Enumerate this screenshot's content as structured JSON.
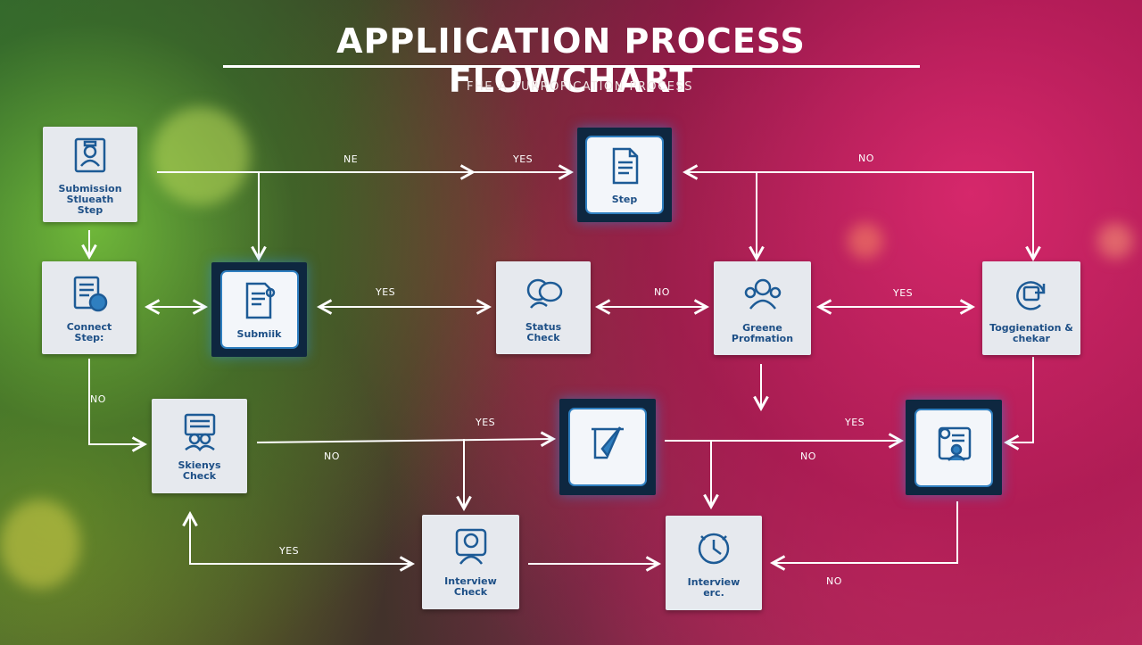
{
  "header": {
    "title": "APPLIICATION   PROCESS FLOWCHART",
    "subtitle": "FHE A TURROFICATION PROCESS"
  },
  "colors": {
    "accent": "#2f7fc0",
    "icon_stroke": "#1d5b96",
    "node_fill": "#e6e9ee",
    "highlight_fill": "#0e2740"
  },
  "nodes": {
    "submission": {
      "line1": "Submission",
      "line2": "Stlueath",
      "line3": "Step",
      "icon": "applicant-id-icon"
    },
    "step_top": {
      "line1": "Step",
      "icon": "document-icon"
    },
    "connect": {
      "line1": "Connect",
      "line2": "Step:",
      "icon": "clipboard-icon"
    },
    "submit": {
      "line1": "Submiik",
      "icon": "form-icon"
    },
    "status": {
      "line1": "Status",
      "line2": "Check",
      "icon": "chat-icon"
    },
    "greene": {
      "line1": "Greene",
      "line2": "Profmation",
      "icon": "users-icon"
    },
    "toggle": {
      "line1": "Toggienation &",
      "line2": "chekar",
      "icon": "refresh-check-icon"
    },
    "skills": {
      "line1": "Skienys",
      "line2": "Check",
      "icon": "team-card-icon"
    },
    "approve": {
      "line1": "",
      "icon": "approve-icon"
    },
    "profile": {
      "line1": "",
      "icon": "profile-card-icon"
    },
    "interview_check": {
      "line1": "Interview",
      "line2": "Check",
      "icon": "interviewer-icon"
    },
    "interview_etc": {
      "line1": "Interview",
      "line2": "erc.",
      "icon": "clock-icon"
    }
  },
  "edge_labels": {
    "ne_top": "NE",
    "yes_top": "YES",
    "no_top_right": "NO",
    "yes_submit_status": "YES",
    "no_status_greene": "NO",
    "yes_greene_toggle": "YES",
    "no_left": "NO",
    "no_skills": "NO",
    "yes_mid": "YES",
    "no_mid_right": "NO",
    "yes_mid_right": "YES",
    "yes_bottom": "YES",
    "no_bottom_right": "NO"
  }
}
